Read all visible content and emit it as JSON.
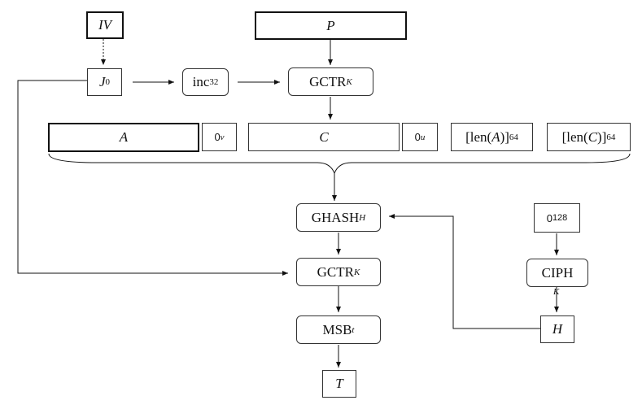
{
  "nodes": {
    "iv": {
      "label": "IV"
    },
    "p": {
      "label": "P"
    },
    "j0": {
      "main": "J",
      "sub": "0"
    },
    "inc32": {
      "main": "inc",
      "sub": "32"
    },
    "gctr_top": {
      "main": "GCTR",
      "sub": "K"
    },
    "a": {
      "label": "A"
    },
    "zero_v": {
      "main": "0",
      "sup": "v"
    },
    "c": {
      "label": "C"
    },
    "zero_u": {
      "main": "0",
      "sup": "u"
    },
    "len_a": {
      "pre": "[len(",
      "var": "A",
      "post": ")]",
      "sub": "64"
    },
    "len_c": {
      "pre": "[len(",
      "var": "C",
      "post": ")]",
      "sub": "64"
    },
    "ghash": {
      "main": "GHASH",
      "sub": "H"
    },
    "zero128": {
      "main": "0",
      "sup": "128"
    },
    "gctr_bottom": {
      "main": "GCTR",
      "sub": "K"
    },
    "ciph": {
      "label": "CIPH",
      "key": "K"
    },
    "msb": {
      "main": "MSB",
      "sub": "t"
    },
    "h": {
      "label": "H"
    },
    "t": {
      "label": "T"
    }
  }
}
